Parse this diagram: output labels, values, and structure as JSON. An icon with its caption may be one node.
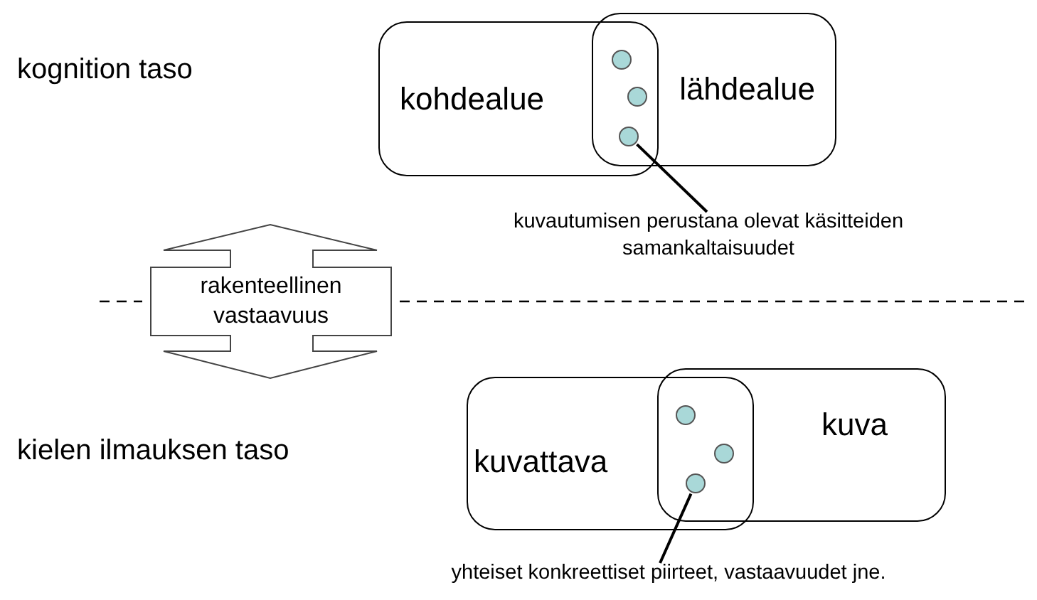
{
  "diagram": {
    "nodes": [
      {
        "text": [
          "kohdealue"
        ]
      },
      {
        "text": [
          "lähdealue"
        ]
      },
      {
        "text": [],
        "shape": "circle"
      },
      {
        "text": [],
        "shape": "circle"
      },
      {
        "text": [],
        "shape": "circle"
      },
      {
        "text": [
          "kuvautumisen perustana olevat käsitteiden samankaltaisuudet"
        ]
      },
      {
        "text": [
          "rakenteellinen vastaavuus"
        ]
      },
      {
        "text": [
          "kuvattava"
        ]
      },
      {
        "text": [
          "kuva"
        ]
      },
      {
        "text": [],
        "shape": "circle"
      },
      {
        "text": [],
        "shape": "circle"
      },
      {
        "text": [],
        "shape": "circle"
      },
      {
        "text": [
          "yhteiset konkreettiset piirteet, vastaavuudet jne."
        ]
      }
    ],
    "edges": [
      {
        "from": 5,
        "to": 4,
        "arrow": "none"
      },
      {
        "from": 12,
        "to": 11,
        "arrow": "none"
      }
    ],
    "labels": [
      "kognition taso",
      "kielen ilmauksen taso"
    ]
  }
}
